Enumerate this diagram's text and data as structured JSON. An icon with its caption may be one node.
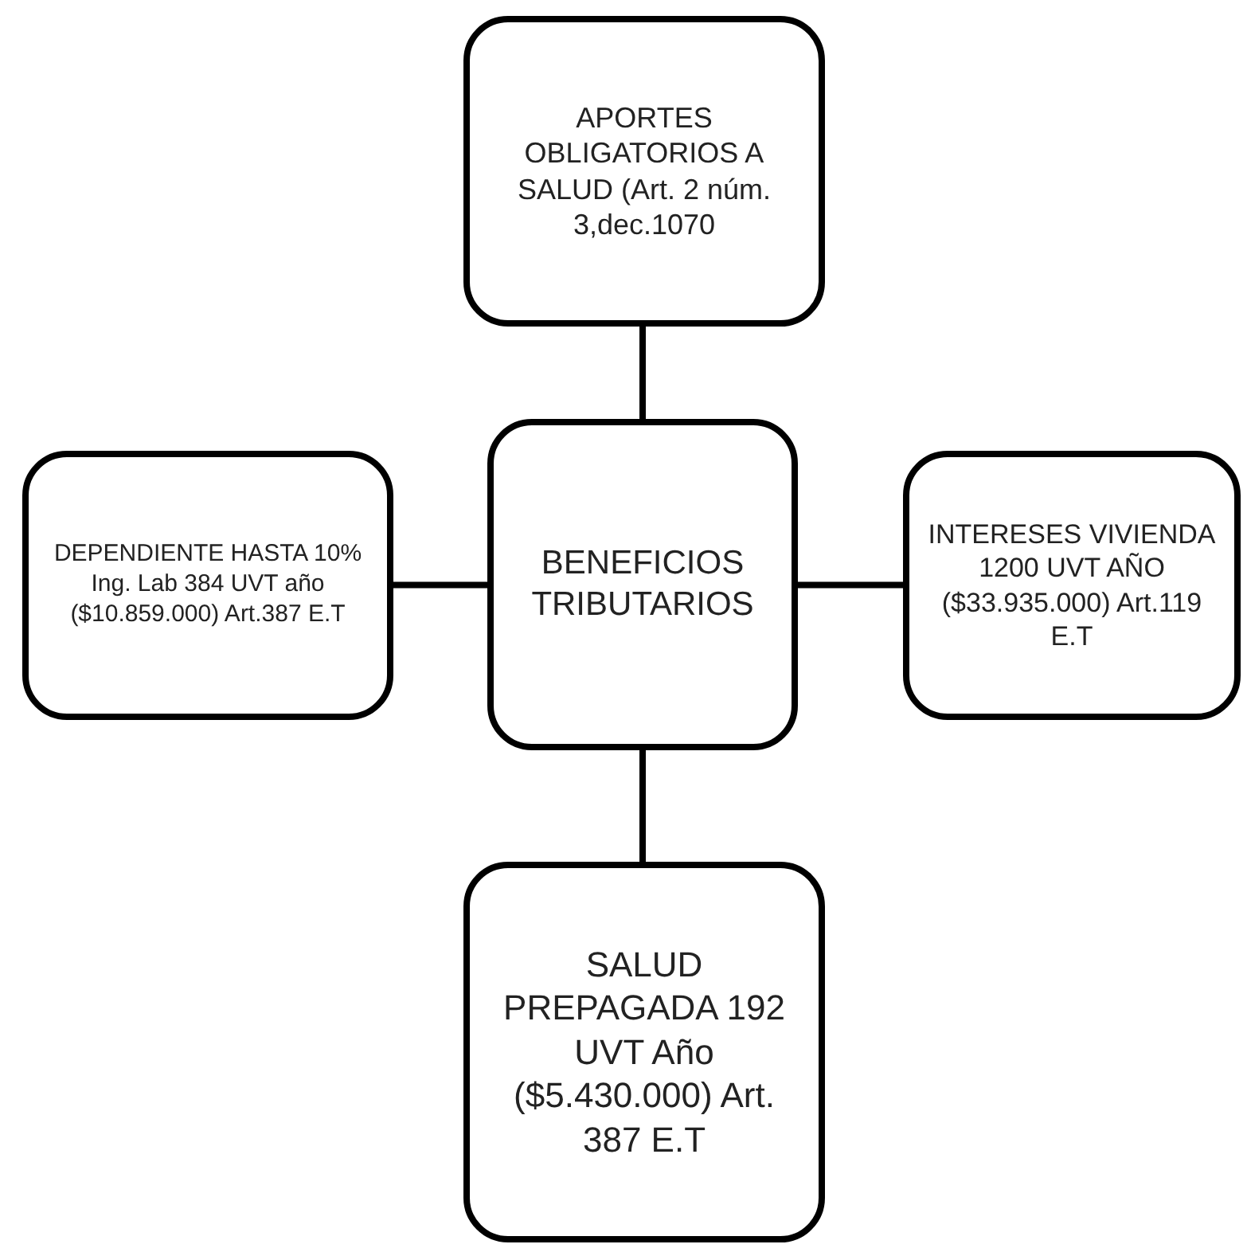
{
  "diagram": {
    "nodes": [
      {
        "text": [
          "BENEFICIOS TRIBUTARIOS"
        ]
      },
      {
        "text": [
          "APORTES OBLIGATORIOS A SALUD (Art. 2 núm. 3,dec.1070"
        ]
      },
      {
        "text": [
          "DEPENDIENTE HASTA 10% Ing. Lab 384 UVT año ($10.859.000) Art.387 E.T"
        ]
      },
      {
        "text": [
          "INTERESES VIVIENDA 1200 UVT AÑO ($33.935.000) Art.119 E.T"
        ]
      },
      {
        "text": [
          "SALUD PREPAGADA 192 UVT Año ($5.430.000) Art. 387 E.T"
        ]
      }
    ],
    "edges": [
      {
        "from": 0,
        "to": 1,
        "arrow": "none"
      },
      {
        "from": 0,
        "to": 2,
        "arrow": "none"
      },
      {
        "from": 0,
        "to": 3,
        "arrow": "none"
      },
      {
        "from": 0,
        "to": 4,
        "arrow": "none"
      }
    ]
  }
}
